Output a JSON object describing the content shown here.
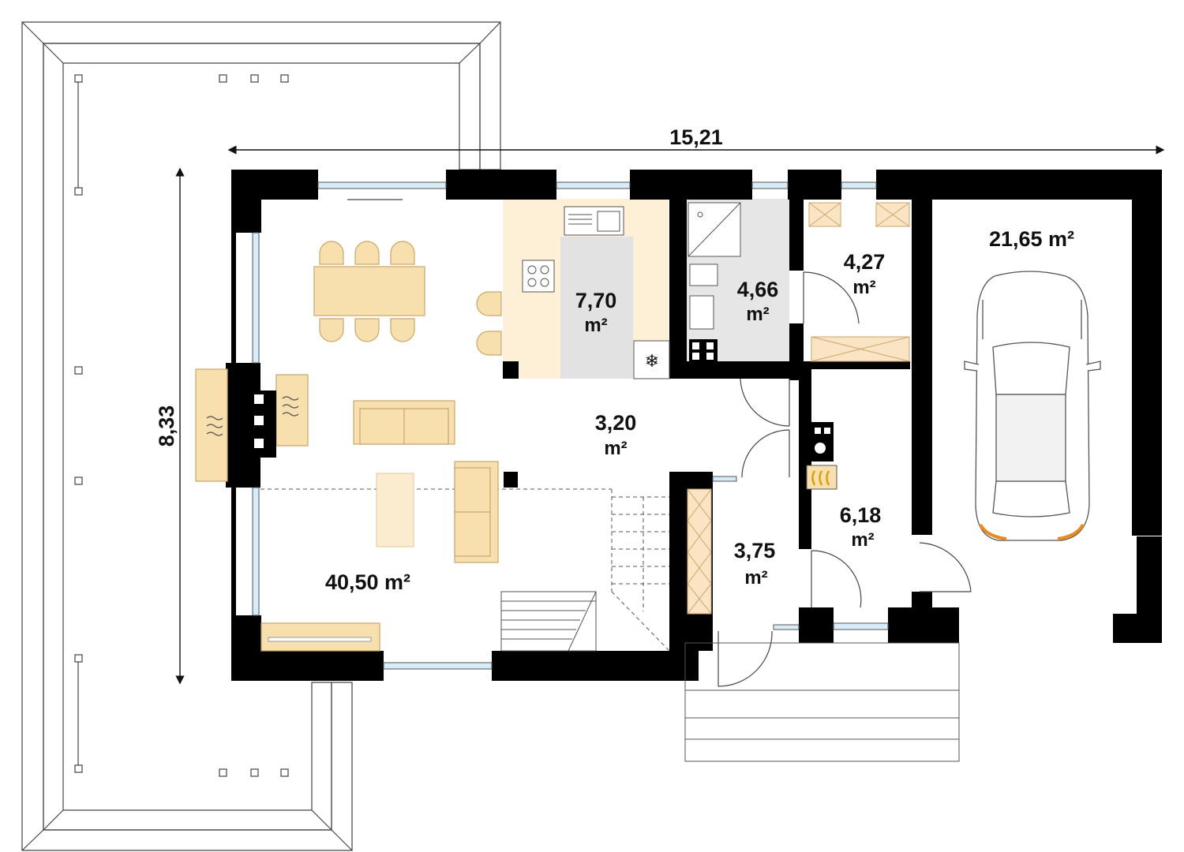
{
  "dimensions": {
    "width": "15,21",
    "depth": "8,33"
  },
  "rooms": {
    "living": {
      "area": "40,50 m²"
    },
    "hall": {
      "area": "3,20",
      "unit": "m²"
    },
    "kitchen": {
      "area": "7,70",
      "unit": "m²"
    },
    "bathroom": {
      "area": "4,66",
      "unit": "m²"
    },
    "storage": {
      "area": "4,27",
      "unit": "m²"
    },
    "boiler_room": {
      "area": "6,18",
      "unit": "m²"
    },
    "vestibule": {
      "area": "3,75",
      "unit": "m²"
    },
    "garage": {
      "area": "21,65 m²"
    }
  },
  "colors": {
    "wall": "#000000",
    "furniture": "#f7dfae",
    "furniture_stroke": "#c9a66b",
    "kitchen_floor": "#fdf0d6",
    "bathroom_floor": "#e6e6e6",
    "window": "#d6ecf8",
    "line": "#555555"
  }
}
